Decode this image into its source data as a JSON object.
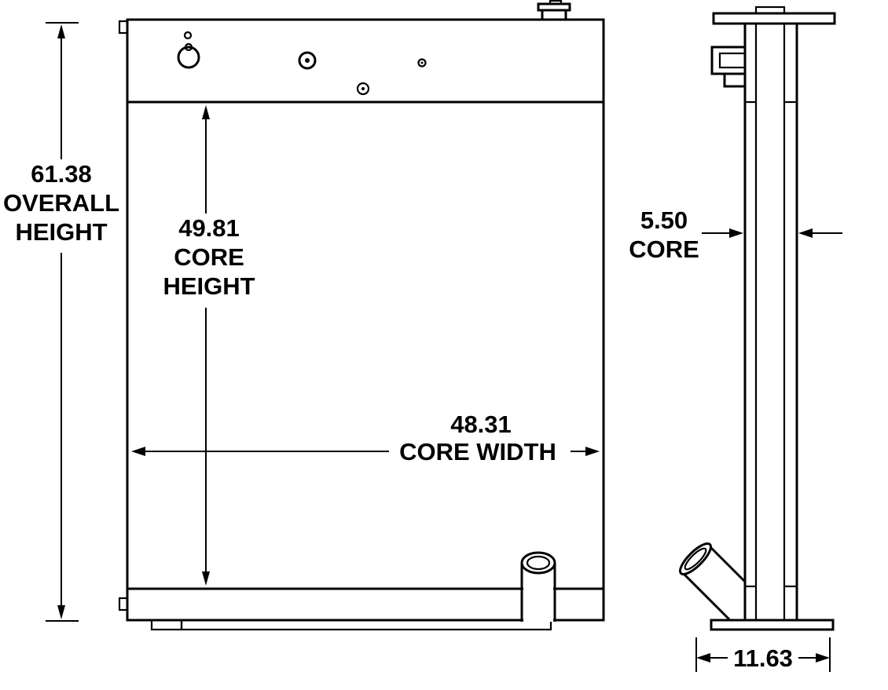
{
  "diagram": {
    "background": "#ffffff",
    "line_color": "#000000"
  },
  "dimensions": {
    "overall_height": {
      "value": "61.38",
      "label_line1": "61.38",
      "label_line2": "OVERALL",
      "label_line3": "HEIGHT"
    },
    "core_height": {
      "value": "49.81",
      "label_line1": "49.81",
      "label_line2": "CORE",
      "label_line3": "HEIGHT"
    },
    "core_width": {
      "value": "48.31",
      "label_line1": "48.31",
      "label_line2": "CORE WIDTH"
    },
    "core_depth": {
      "value": "5.50",
      "label_line1": "5.50",
      "label_line2": "CORE"
    },
    "overall_depth": {
      "value": "11.63",
      "label_line1": "11.63"
    }
  }
}
